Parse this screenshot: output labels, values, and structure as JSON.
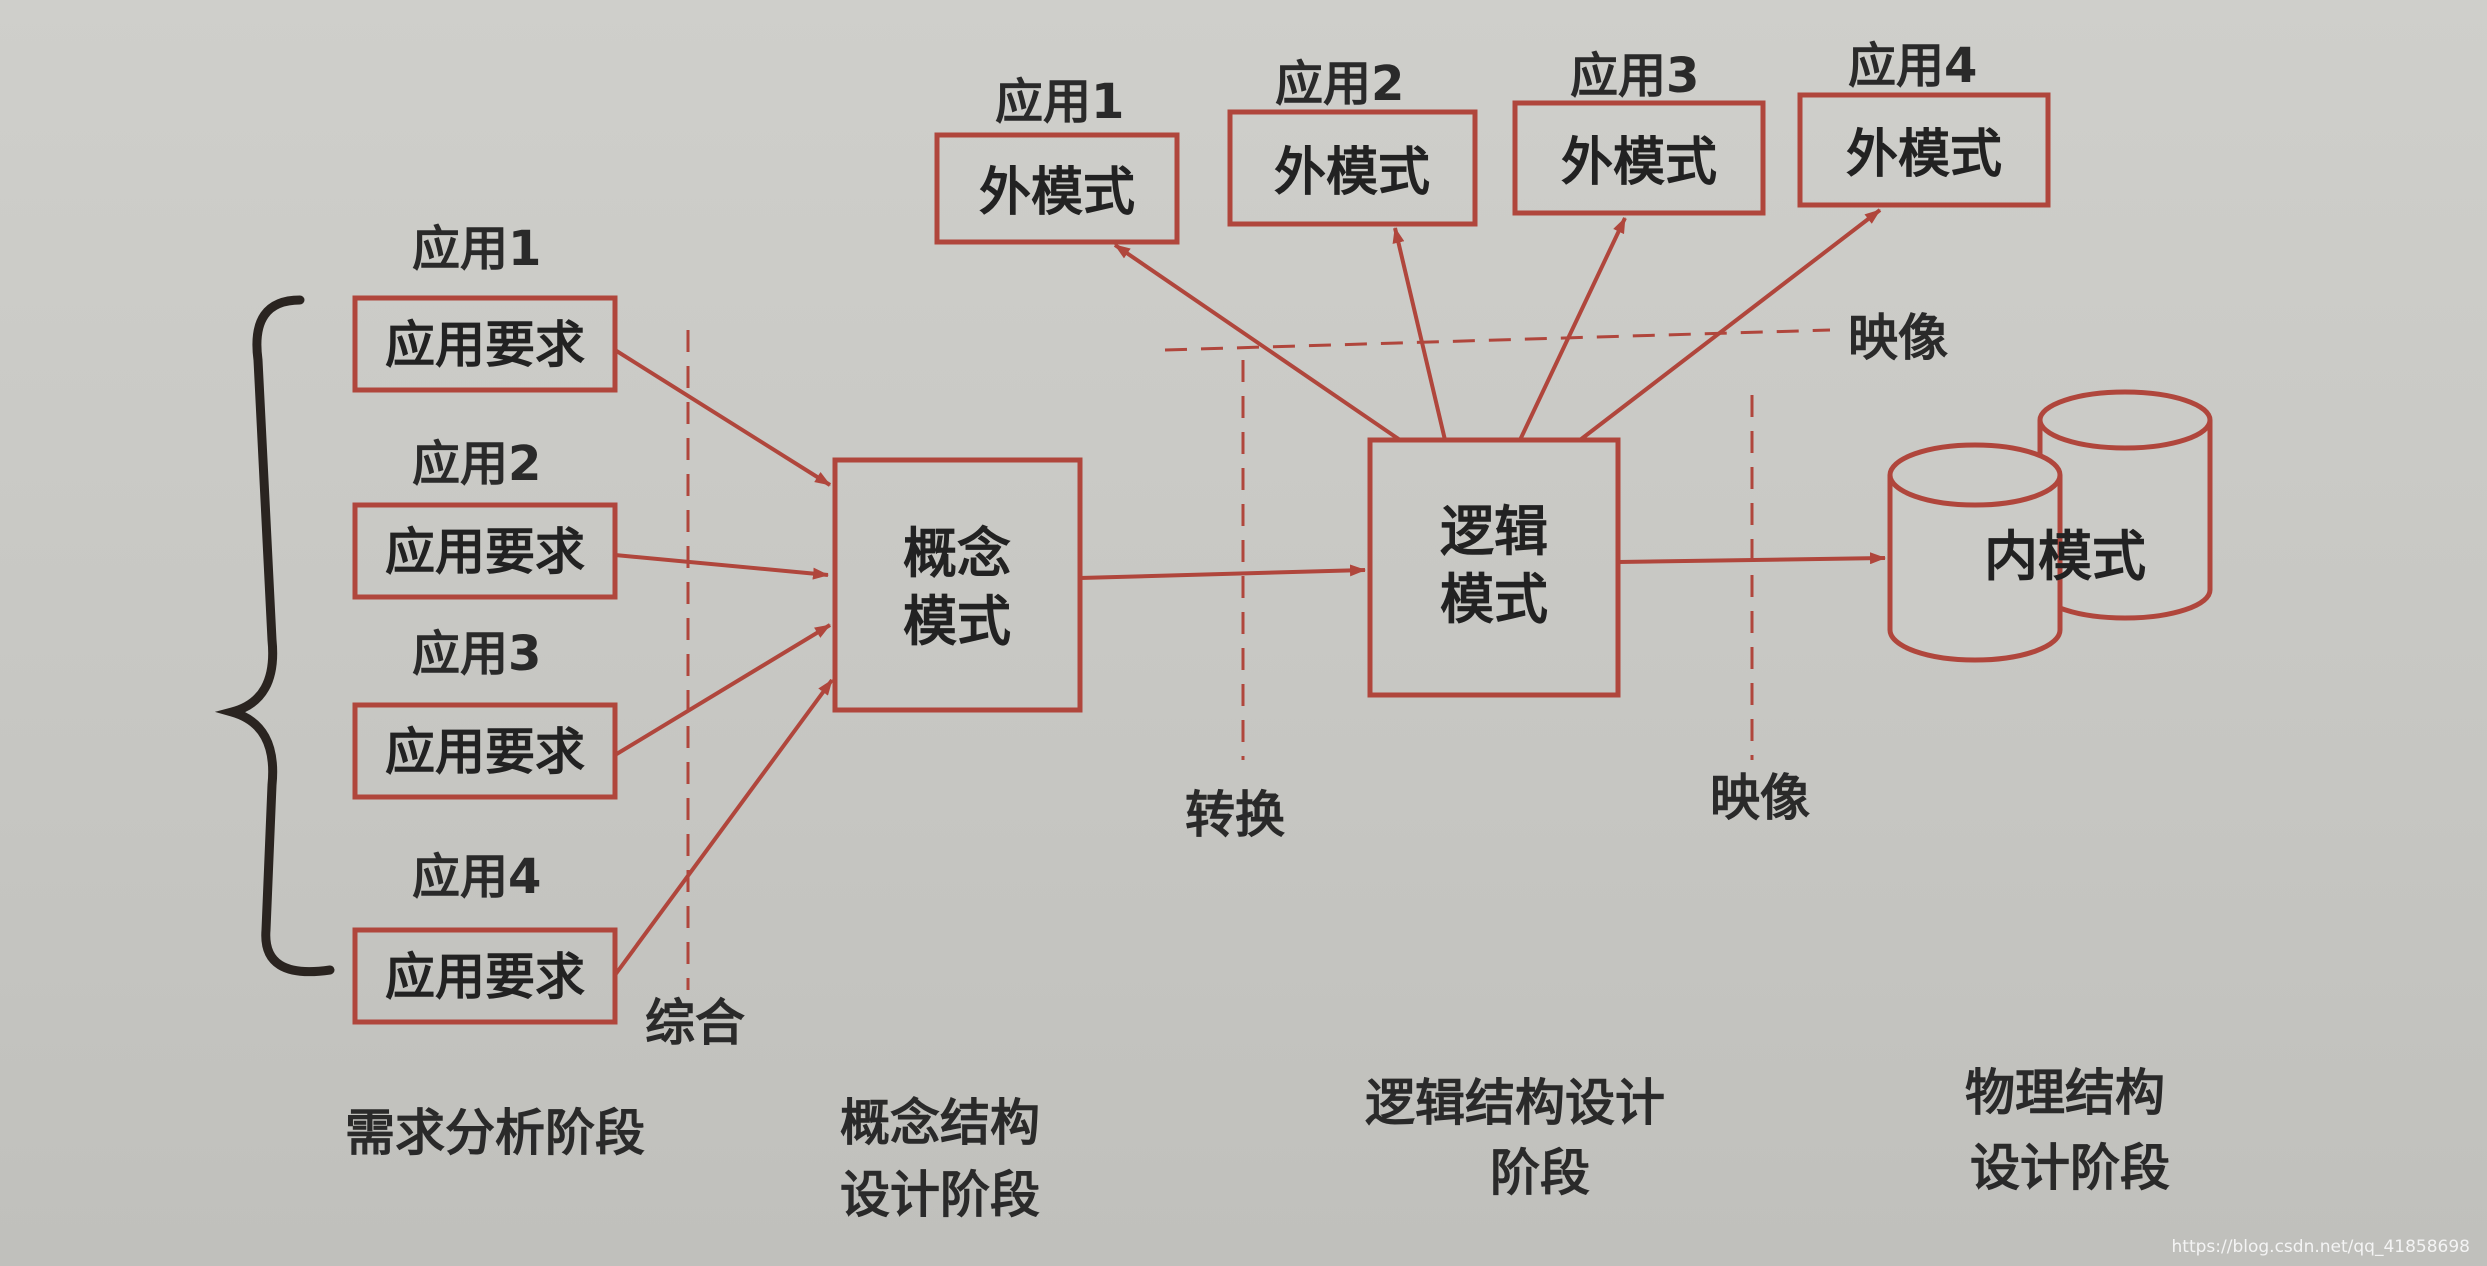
{
  "requirements": {
    "apps": [
      "应用1",
      "应用2",
      "应用3",
      "应用4"
    ],
    "box_label": "应用要求"
  },
  "conceptual_model": {
    "line1": "概念",
    "line2": "模式"
  },
  "logical_model": {
    "line1": "逻辑",
    "line2": "模式"
  },
  "external_schemas": {
    "apps": [
      "应用1",
      "应用2",
      "应用3",
      "应用4"
    ],
    "box_label": "外模式"
  },
  "internal_schema": {
    "label": "内模式"
  },
  "mappings": {
    "synthesis": "综合",
    "transform": "转换",
    "mapping_top": "映像",
    "mapping_bottom": "映像"
  },
  "stages": {
    "requirements": "需求分析阶段",
    "conceptual_line1": "概念结构",
    "conceptual_line2": "设计阶段",
    "logical_line1": "逻辑结构设计",
    "logical_line2": "阶段",
    "physical_line1": "物理结构",
    "physical_line2": "设计阶段"
  },
  "watermark": "https://blog.csdn.net/qq_41858698",
  "colors": {
    "box_stroke": "#b0463c",
    "arrow": "#b0463c",
    "dash": "#b0463c",
    "text": "#222222"
  }
}
